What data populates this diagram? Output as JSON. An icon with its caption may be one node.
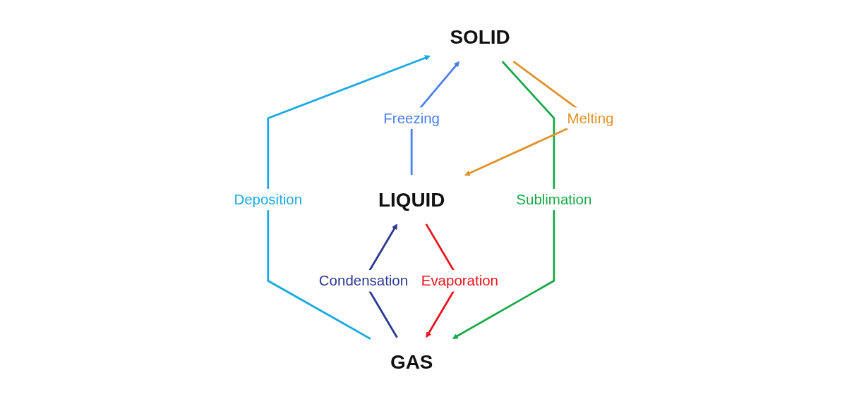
{
  "diagram": {
    "nodes": [
      {
        "text": [
          "GAS"
        ]
      },
      {
        "text": [
          "LIQUID"
        ]
      },
      {
        "text": [
          "SOLID"
        ]
      }
    ],
    "edges": [
      {
        "from": 1,
        "to": 0,
        "arrow": "to",
        "label": "Evaporation",
        "color": "#e8141c"
      },
      {
        "from": 0,
        "to": 1,
        "arrow": "to",
        "label": "Condensation",
        "color": "#2b3990"
      },
      {
        "from": 0,
        "to": 2,
        "arrow": "to",
        "label": "Deposition",
        "color": "#1ba9e1"
      },
      {
        "from": 2,
        "to": 0,
        "arrow": "to",
        "label": "Sublimation",
        "color": "#1aa84a"
      },
      {
        "from": 1,
        "to": 2,
        "arrow": "to",
        "label": "Freezing",
        "color": "#4a7ef0"
      },
      {
        "from": 2,
        "to": 1,
        "arrow": "to",
        "label": "Melting",
        "color": "#e0922a"
      }
    ]
  }
}
